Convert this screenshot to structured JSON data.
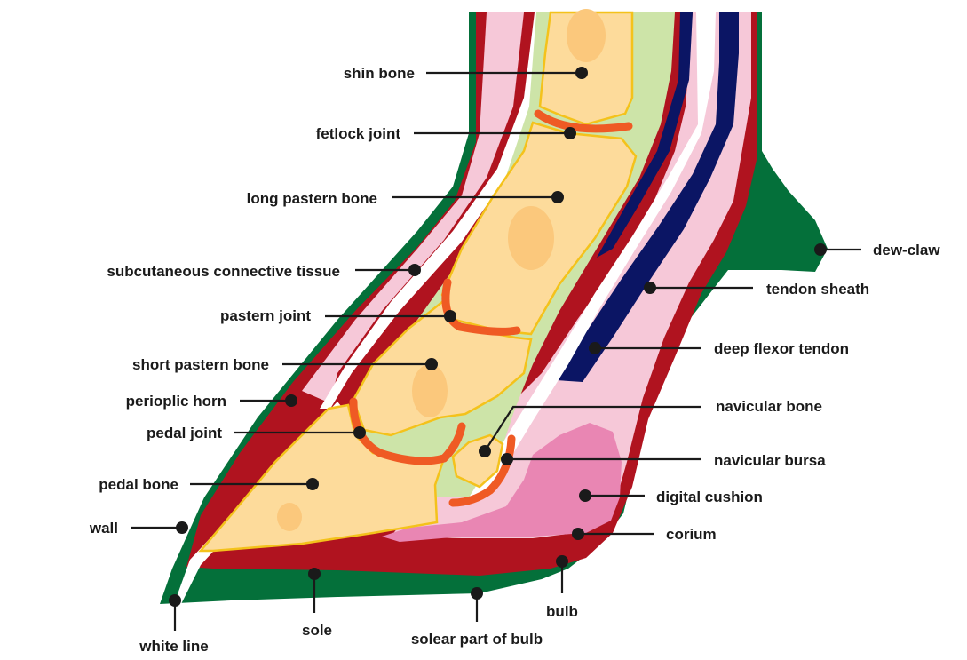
{
  "labels": {
    "shin_bone": "shin bone",
    "fetlock_joint": "fetlock joint",
    "long_pastern_bone": "long pastern bone",
    "subcutaneous_connective_tissue": "subcutaneous connective tissue",
    "pastern_joint": "pastern joint",
    "short_pastern_bone": "short pastern bone",
    "perioplic_horn": "perioplic horn",
    "pedal_joint": "pedal joint",
    "pedal_bone": "pedal bone",
    "wall": "wall",
    "white_line": "white line",
    "sole": "sole",
    "solear_part_of_bulb": "solear part of bulb",
    "bulb": "bulb",
    "dew_claw": "dew-claw",
    "tendon_sheath": "tendon sheath",
    "deep_flexor_tendon": "deep flexor tendon",
    "navicular_bone": "navicular bone",
    "navicular_bursa": "navicular bursa",
    "digital_cushion": "digital cushion",
    "corium": "corium"
  },
  "colors": {
    "hoof_wall": "#04703a",
    "corium": "#b0131f",
    "skin_pink": "#f6c8d8",
    "connective_green": "#cde4a8",
    "bone": "#fddb9b",
    "bone_outline": "#f4c21b",
    "joint": "#ef5a24",
    "tendon": "#0b1564",
    "digital_cushion": "#e986b3",
    "white_line": "#ffffff",
    "bulb_dark_red": "#b02c36"
  }
}
